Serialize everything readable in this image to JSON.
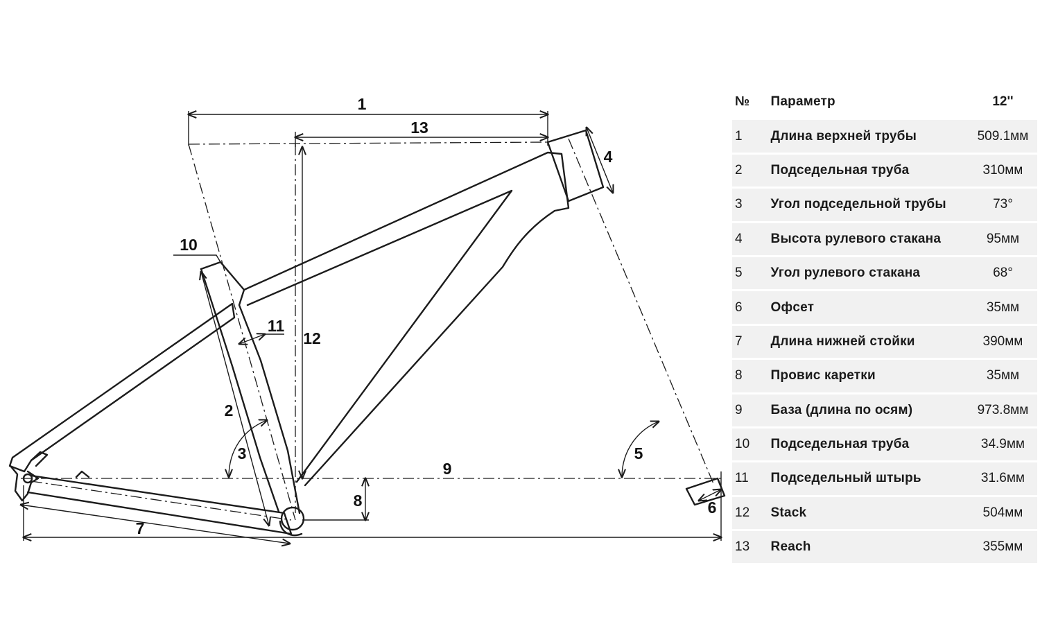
{
  "diagram": {
    "labels": {
      "d1": "1",
      "d2": "2",
      "d3": "3",
      "d4": "4",
      "d5": "5",
      "d6": "6",
      "d7": "7",
      "d8": "8",
      "d9": "9",
      "d10": "10",
      "d11": "11",
      "d12": "12",
      "d13": "13"
    }
  },
  "table": {
    "header": {
      "num": "№",
      "param": "Параметр",
      "size": "12''"
    },
    "rows": [
      {
        "num": "1",
        "param": "Длина верхней трубы",
        "value": "509.1мм"
      },
      {
        "num": "2",
        "param": "Подседельная труба",
        "value": "310мм"
      },
      {
        "num": "3",
        "param": "Угол подседельной трубы",
        "value": "73°"
      },
      {
        "num": "4",
        "param": "Высота рулевого стакана",
        "value": "95мм"
      },
      {
        "num": "5",
        "param": "Угол рулевого стакана",
        "value": "68°"
      },
      {
        "num": "6",
        "param": "Офсет",
        "value": "35мм"
      },
      {
        "num": "7",
        "param": "Длина нижней стойки",
        "value": "390мм"
      },
      {
        "num": "8",
        "param": "Провис каретки",
        "value": "35мм"
      },
      {
        "num": "9",
        "param": "База (длина по осям)",
        "value": "973.8мм"
      },
      {
        "num": "10",
        "param": "Подседельная труба",
        "value": "34.9мм"
      },
      {
        "num": "11",
        "param": "Подседельный штырь",
        "value": "31.6мм"
      },
      {
        "num": "12",
        "param": "Stack",
        "value": "504мм"
      },
      {
        "num": "13",
        "param": "Reach",
        "value": "355мм"
      }
    ]
  }
}
